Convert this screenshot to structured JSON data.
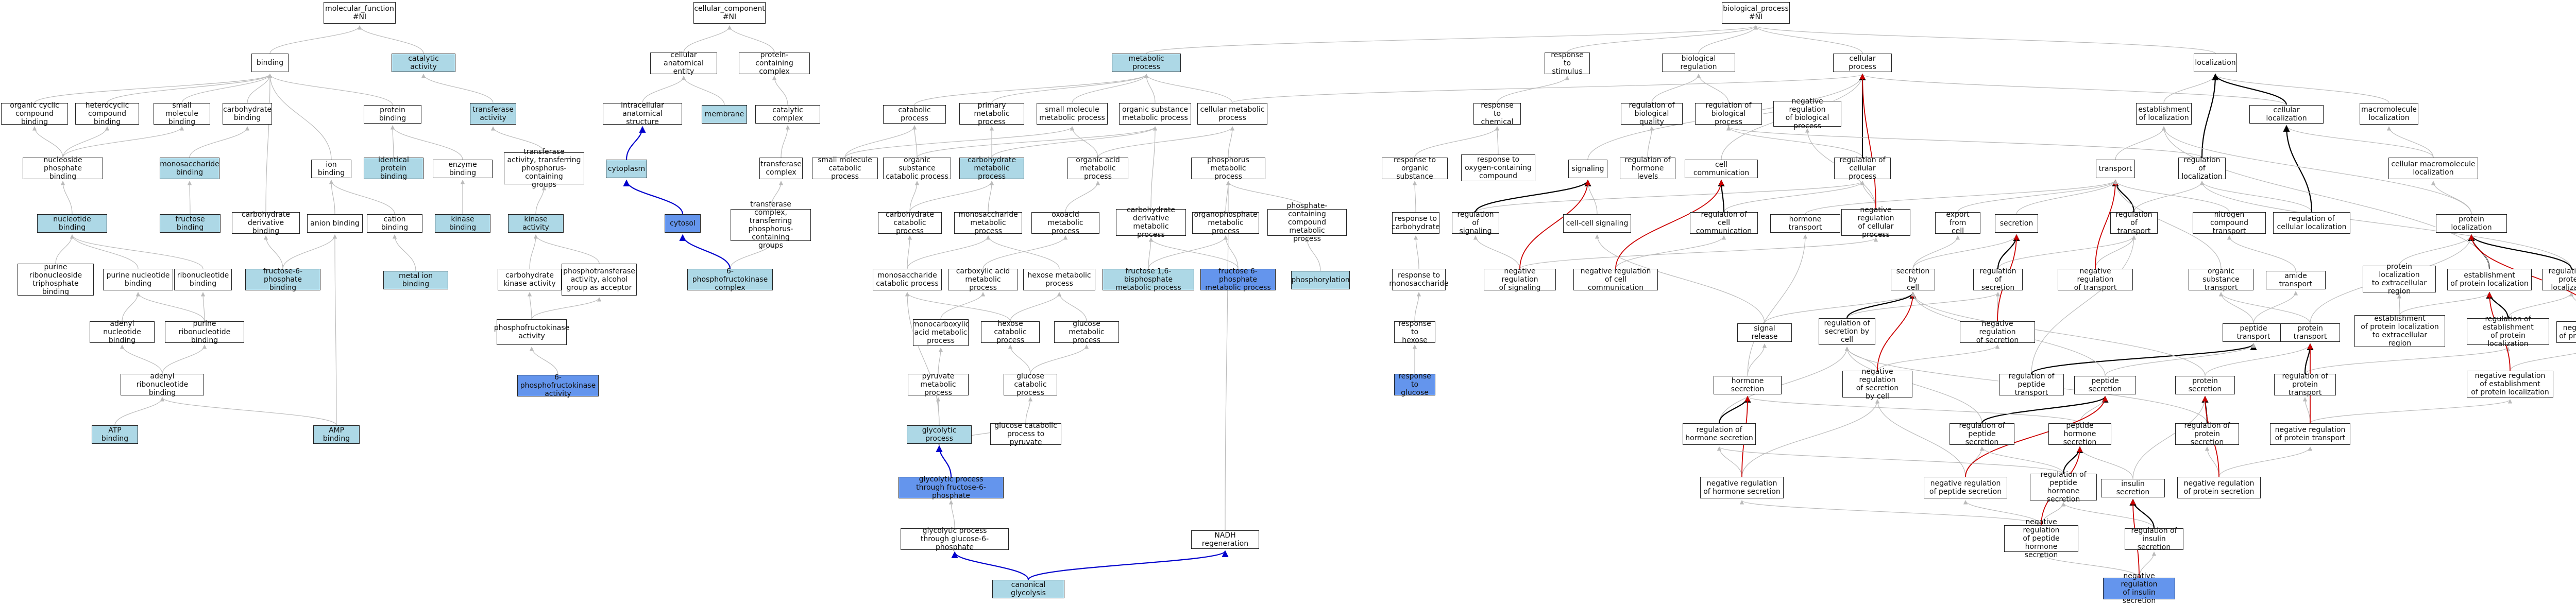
{
  "legend": {
    "colors": {
      "normal": "#ffffff",
      "light": "#add8e6",
      "dark": "#6495ed",
      "edge_is_a": "#bbbbbb",
      "edge_positive": "#000000",
      "edge_negative": "#cc0000",
      "edge_part_of": "#0000cc"
    }
  },
  "nodes": {
    "n1": {
      "label": "molecular_function\n#NI"
    },
    "n2": {
      "label": "cellular_component\n#NI"
    },
    "n3": {
      "label": "biological_process\n#NI"
    },
    "n4": {
      "label": "binding"
    },
    "n5": {
      "label": "catalytic activity"
    },
    "n6": {
      "label": "cellular anatomical\nentity"
    },
    "n7": {
      "label": "protein-containing\ncomplex"
    },
    "n8": {
      "label": "metabolic process"
    },
    "n9": {
      "label": "response to\nstimulus"
    },
    "n10": {
      "label": "biological regulation"
    },
    "n11": {
      "label": "cellular process"
    },
    "n12": {
      "label": "localization"
    },
    "n13": {
      "label": "organic cyclic\ncompound binding"
    },
    "n14": {
      "label": "heterocyclic\ncompound binding"
    },
    "n15": {
      "label": "small molecule\nbinding"
    },
    "n16": {
      "label": "carbohydrate\nbinding"
    },
    "n17": {
      "label": "protein binding"
    },
    "n18": {
      "label": "transferase\nactivity"
    },
    "n19": {
      "label": "intracellular\nanatomical structure"
    },
    "n20": {
      "label": "membrane"
    },
    "n21": {
      "label": "catalytic complex"
    },
    "n22": {
      "label": "catabolic process"
    },
    "n23": {
      "label": "primary metabolic\nprocess"
    },
    "n24": {
      "label": "small molecule\nmetabolic process"
    },
    "n25": {
      "label": "organic substance\nmetabolic process"
    },
    "n26": {
      "label": "cellular metabolic\nprocess"
    },
    "n27": {
      "label": "response to\nchemical"
    },
    "n28": {
      "label": "regulation of\nbiological quality"
    },
    "n29": {
      "label": "regulation of\nbiological process"
    },
    "n30": {
      "label": "negative regulation\nof biological\nprocess"
    },
    "n31": {
      "label": "establishment\nof localization"
    },
    "n32": {
      "label": "cellular localization"
    },
    "n33": {
      "label": "macromolecule\nlocalization"
    },
    "n34": {
      "label": "nucleoside phosphate\nbinding"
    },
    "n35": {
      "label": "monosaccharide\nbinding"
    },
    "n36": {
      "label": "ion binding"
    },
    "n37": {
      "label": "identical protein\nbinding"
    },
    "n38": {
      "label": "enzyme binding"
    },
    "n39": {
      "label": "transferase\nactivity, transferring\nphosphorus-containing\ngroups"
    },
    "n40": {
      "label": "cytoplasm"
    },
    "n41": {
      "label": "transferase\ncomplex"
    },
    "n42": {
      "label": "small molecule\ncatabolic process"
    },
    "n43": {
      "label": "organic substance\ncatabolic process"
    },
    "n44": {
      "label": "carbohydrate\nmetabolic process"
    },
    "n45": {
      "label": "organic acid\nmetabolic process"
    },
    "n46": {
      "label": "phosphorus metabolic\nprocess"
    },
    "n47": {
      "label": "response to\norganic substance"
    },
    "n48": {
      "label": "response to\noxygen-containing\ncompound"
    },
    "n49": {
      "label": "signaling"
    },
    "n50": {
      "label": "regulation of\nhormone levels"
    },
    "n51": {
      "label": "cell communication"
    },
    "n52": {
      "label": "regulation of\ncellular process"
    },
    "n53": {
      "label": "transport"
    },
    "n54": {
      "label": "regulation of\nlocalization"
    },
    "n55": {
      "label": "cellular macromolecule\nlocalization"
    },
    "n56": {
      "label": "nucleotide binding"
    },
    "n57": {
      "label": "fructose binding"
    },
    "n58": {
      "label": "carbohydrate\nderivative binding"
    },
    "n59": {
      "label": "anion binding"
    },
    "n60": {
      "label": "cation binding"
    },
    "n61": {
      "label": "kinase binding"
    },
    "n62": {
      "label": "kinase activity"
    },
    "n63": {
      "label": "cytosol"
    },
    "n64": {
      "label": "transferase\ncomplex, transferring\nphosphorus-containing\ngroups"
    },
    "n65": {
      "label": "carbohydrate\ncatabolic process"
    },
    "n66": {
      "label": "monosaccharide\nmetabolic process"
    },
    "n67": {
      "label": "oxoacid metabolic\nprocess"
    },
    "n68": {
      "label": "carbohydrate\nderivative metabolic\nprocess"
    },
    "n69": {
      "label": "organophosphate\nmetabolic process"
    },
    "n70": {
      "label": "phosphate-containing\ncompound metabolic\nprocess"
    },
    "n71": {
      "label": "response to\ncarbohydrate"
    },
    "n72": {
      "label": "regulation of\nsignaling"
    },
    "n73": {
      "label": "cell-cell signaling"
    },
    "n74": {
      "label": "regulation of\ncell communication"
    },
    "n75": {
      "label": "hormone transport"
    },
    "n76": {
      "label": "negative regulation\nof cellular\nprocess"
    },
    "n77": {
      "label": "export from\ncell"
    },
    "n78": {
      "label": "secretion"
    },
    "n79": {
      "label": "regulation of\ntransport"
    },
    "n80": {
      "label": "nitrogen compound\ntransport"
    },
    "n81": {
      "label": "regulation of\ncellular localization"
    },
    "n82": {
      "label": "protein localization"
    },
    "n83": {
      "label": "purine ribonucleoside\ntriphosphate\nbinding"
    },
    "n84": {
      "label": "purine nucleotide\nbinding"
    },
    "n85": {
      "label": "ribonucleotide\nbinding"
    },
    "n86": {
      "label": "fructose-6-phosphate\nbinding"
    },
    "n87": {
      "label": "metal ion binding"
    },
    "n88": {
      "label": "carbohydrate\nkinase activity"
    },
    "n89": {
      "label": "phosphotransferase\nactivity, alcohol\ngroup as acceptor"
    },
    "n90": {
      "label": "6-phosphofructokinase\ncomplex"
    },
    "n91": {
      "label": "monosaccharide\ncatabolic process"
    },
    "n92": {
      "label": "carboxylic acid\nmetabolic process"
    },
    "n93": {
      "label": "hexose metabolic\nprocess"
    },
    "n94": {
      "label": "fructose 1,6-bisphosphate\nmetabolic process"
    },
    "n95": {
      "label": "fructose 6-phosphate\nmetabolic process"
    },
    "n96": {
      "label": "phosphorylation"
    },
    "n97": {
      "label": "response to\nmonosaccharide"
    },
    "n98": {
      "label": "negative regulation\nof signaling"
    },
    "n99": {
      "label": "negative regulation\nof cell communication"
    },
    "n100": {
      "label": "secretion by\ncell"
    },
    "n101": {
      "label": "regulation of\nsecretion"
    },
    "n102": {
      "label": "negative regulation\nof transport"
    },
    "n103": {
      "label": "organic substance\ntransport"
    },
    "n104": {
      "label": "amide transport"
    },
    "n105": {
      "label": "protein localization\nto extracellular\nregion"
    },
    "n106": {
      "label": "establishment\nof protein localization"
    },
    "n107": {
      "label": "regulation of\nprotein localization"
    },
    "n108": {
      "label": "adenyl nucleotide\nbinding"
    },
    "n109": {
      "label": "purine ribonucleotide\nbinding"
    },
    "n110": {
      "label": "phosphofructokinase\nactivity"
    },
    "n111": {
      "label": "monocarboxylic\nacid metabolic\nprocess"
    },
    "n112": {
      "label": "hexose catabolic\nprocess"
    },
    "n113": {
      "label": "glucose metabolic\nprocess"
    },
    "n114": {
      "label": "response to\nhexose"
    },
    "n115": {
      "label": "signal release"
    },
    "n116": {
      "label": "regulation of\nsecretion by\ncell"
    },
    "n117": {
      "label": "negative regulation\nof secretion"
    },
    "n118": {
      "label": "peptide transport"
    },
    "n119": {
      "label": "protein transport"
    },
    "n120": {
      "label": "establishment\nof protein localization\nto extracellular\nregion"
    },
    "n121": {
      "label": "regulation of\nestablishment\nof protein localization"
    },
    "n122": {
      "label": "negative regulation\nof protein localization"
    },
    "n123": {
      "label": "adenyl ribonucleotide\nbinding"
    },
    "n124": {
      "label": "6-phosphofructokinase\nactivity"
    },
    "n125": {
      "label": "pyruvate metabolic\nprocess"
    },
    "n126": {
      "label": "glucose catabolic\nprocess"
    },
    "n127": {
      "label": "response to\nglucose"
    },
    "n128": {
      "label": "hormone secretion"
    },
    "n129": {
      "label": "negative regulation\nof secretion\nby cell"
    },
    "n130": {
      "label": "regulation of\npeptide transport"
    },
    "n131": {
      "label": "peptide secretion"
    },
    "n132": {
      "label": "protein secretion"
    },
    "n133": {
      "label": "regulation of\nprotein transport"
    },
    "n134": {
      "label": "negative regulation\nof establishment\nof protein localization"
    },
    "n135": {
      "label": "ATP binding"
    },
    "n136": {
      "label": "AMP binding"
    },
    "n137": {
      "label": "glycolytic process"
    },
    "n138": {
      "label": "glucose catabolic\nprocess to pyruvate"
    },
    "n139": {
      "label": "regulation of\nhormone secretion"
    },
    "n140": {
      "label": "regulation of\npeptide secretion"
    },
    "n141": {
      "label": "peptide hormone\nsecretion"
    },
    "n142": {
      "label": "regulation of\nprotein secretion"
    },
    "n143": {
      "label": "negative regulation\nof protein transport"
    },
    "n144": {
      "label": "glycolytic process\nthrough fructose-6-phosphate"
    },
    "n145": {
      "label": "negative regulation\nof hormone secretion"
    },
    "n146": {
      "label": "negative regulation\nof peptide secretion"
    },
    "n147": {
      "label": "regulation of\npeptide hormone\nsecretion"
    },
    "n148": {
      "label": "insulin secretion"
    },
    "n149": {
      "label": "negative regulation\nof protein secretion"
    },
    "n150": {
      "label": "glycolytic process\nthrough glucose-6-phosphate"
    },
    "n151": {
      "label": "NADH regeneration"
    },
    "n152": {
      "label": "negative regulation\nof peptide hormone\nsecretion"
    },
    "n153": {
      "label": "regulation of\ninsulin secretion"
    },
    "n154": {
      "label": "canonical glycolysis"
    },
    "n155": {
      "label": "negative regulation\nof insulin secretion"
    }
  }
}
